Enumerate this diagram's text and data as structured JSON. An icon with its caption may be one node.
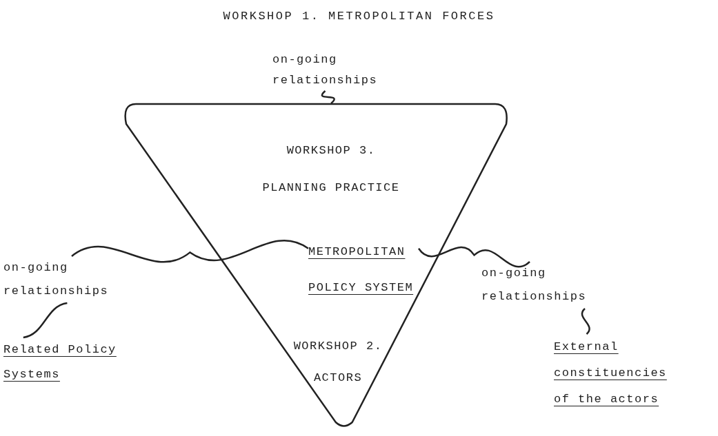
{
  "diagram": {
    "title": "WORKSHOP 1. METROPOLITAN FORCES",
    "nodes": [
      {
        "text": [
          "on-going relationships"
        ]
      },
      {
        "text": [
          "WORKSHOP 3. PLANNING PRACTICE",
          "WORKSHOP 2. ACTORS"
        ]
      },
      {
        "text": [
          "METROPOLITAN POLICY SYSTEM"
        ],
        "in": 1
      },
      {
        "text": [
          "on-going relationships"
        ]
      },
      {
        "text": [
          "Related Policy Systems"
        ]
      },
      {
        "text": [
          "on-going relationships"
        ]
      },
      {
        "text": [
          "External constituencies of the actors"
        ]
      }
    ],
    "edges": [
      {
        "from": 0,
        "to": 1,
        "arrow": "none"
      },
      {
        "from": 2,
        "to": 3,
        "arrow": "none"
      },
      {
        "from": 3,
        "to": 4,
        "arrow": "none"
      },
      {
        "from": 2,
        "to": 5,
        "arrow": "none"
      },
      {
        "from": 5,
        "to": 6,
        "arrow": "none"
      }
    ]
  }
}
